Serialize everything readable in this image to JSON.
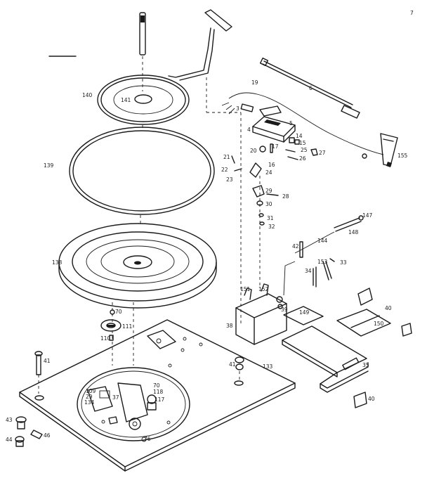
{
  "diagram": {
    "callouts": [
      {
        "id": "c140",
        "text": "140"
      },
      {
        "id": "c141",
        "text": "141"
      },
      {
        "id": "c139",
        "text": "139"
      },
      {
        "id": "c138",
        "text": "138"
      },
      {
        "id": "c70a",
        "text": "70"
      },
      {
        "id": "c111",
        "text": "111"
      },
      {
        "id": "c110",
        "text": "110"
      },
      {
        "id": "c41a",
        "text": "41"
      },
      {
        "id": "c41b",
        "text": "41"
      },
      {
        "id": "c133",
        "text": "133"
      },
      {
        "id": "c109",
        "text": "109"
      },
      {
        "id": "c29",
        "text": "29"
      },
      {
        "id": "c134",
        "text": "134"
      },
      {
        "id": "c70b",
        "text": "70"
      },
      {
        "id": "c118",
        "text": "118"
      },
      {
        "id": "c117",
        "text": "117"
      },
      {
        "id": "c37",
        "text": "37"
      },
      {
        "id": "c43",
        "text": "43"
      },
      {
        "id": "c44",
        "text": "44"
      },
      {
        "id": "c46",
        "text": "46"
      },
      {
        "id": "c76",
        "text": "76"
      },
      {
        "id": "c6",
        "text": "6"
      },
      {
        "id": "c19",
        "text": "19"
      },
      {
        "id": "c3",
        "text": "3"
      },
      {
        "id": "c4",
        "text": "4"
      },
      {
        "id": "c5",
        "text": "5"
      },
      {
        "id": "c155",
        "text": "155"
      },
      {
        "id": "c14",
        "text": "14"
      },
      {
        "id": "c15",
        "text": "15"
      },
      {
        "id": "c17",
        "text": "17"
      },
      {
        "id": "c16",
        "text": "16"
      },
      {
        "id": "c20",
        "text": "20"
      },
      {
        "id": "c21",
        "text": "21"
      },
      {
        "id": "c22",
        "text": "22"
      },
      {
        "id": "c23",
        "text": "23"
      },
      {
        "id": "c24",
        "text": "24"
      },
      {
        "id": "c25",
        "text": "25"
      },
      {
        "id": "c26",
        "text": "26"
      },
      {
        "id": "c27",
        "text": "27"
      },
      {
        "id": "c28",
        "text": "28"
      },
      {
        "id": "c29b",
        "text": "29"
      },
      {
        "id": "c30",
        "text": "30"
      },
      {
        "id": "c31",
        "text": "31"
      },
      {
        "id": "c32",
        "text": "32"
      },
      {
        "id": "c147",
        "text": "147"
      },
      {
        "id": "c148",
        "text": "148"
      },
      {
        "id": "c144",
        "text": "144"
      },
      {
        "id": "c42",
        "text": "42"
      },
      {
        "id": "c153",
        "text": "153"
      },
      {
        "id": "c33",
        "text": "33"
      },
      {
        "id": "c34",
        "text": "34"
      },
      {
        "id": "c151",
        "text": "151"
      },
      {
        "id": "c152",
        "text": "152"
      },
      {
        "id": "c40a",
        "text": "40"
      },
      {
        "id": "c149",
        "text": "149"
      },
      {
        "id": "c150",
        "text": "150"
      },
      {
        "id": "c38",
        "text": "38"
      },
      {
        "id": "c35",
        "text": "35"
      },
      {
        "id": "c40b",
        "text": "40"
      },
      {
        "id": "c39",
        "text": "39"
      },
      {
        "id": "c7",
        "text": "7"
      }
    ]
  }
}
